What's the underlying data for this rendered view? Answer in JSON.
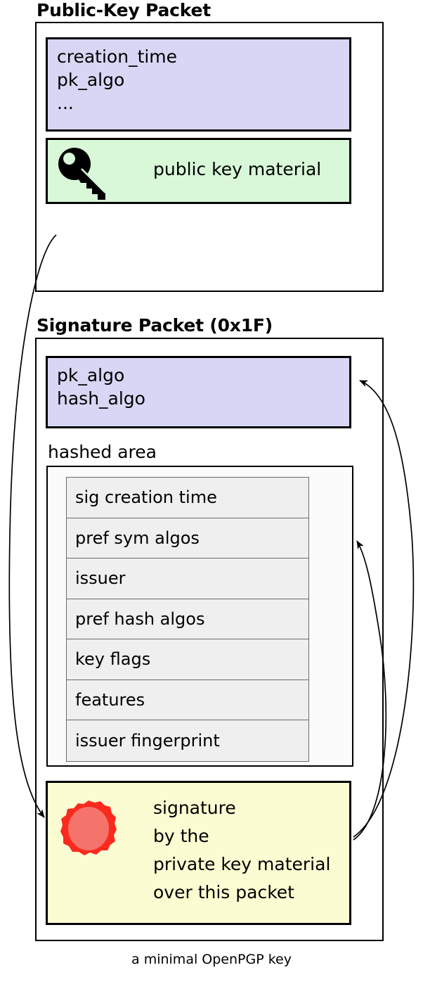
{
  "figure": {
    "caption": "a minimal OpenPGP key",
    "colors": {
      "fields_blue": "#d7d7f5",
      "key_material_green": "#d8f8d8",
      "signature_yellow": "#fcfcd2",
      "hashed_row_gray": "#efefef",
      "seal_red": "#fb2a1e",
      "seal_inner_red": "#f4736a",
      "outline_black": "#000000"
    }
  },
  "packets": [
    {
      "title": "Public-Key Packet",
      "fields_box": {
        "text": "creation_time\npk_algo\n...",
        "lines": [
          "creation_time",
          "pk_algo",
          "..."
        ]
      },
      "material_box": {
        "icon": "key-icon",
        "label": "public key material"
      }
    },
    {
      "title": "Signature Packet (0x1F)",
      "fields_box": {
        "text": "pk_algo\nhash_algo",
        "lines": [
          "pk_algo",
          "hash_algo"
        ]
      },
      "hashed_area": {
        "label": "hashed area",
        "subpackets": [
          "sig creation time",
          "pref sym algos",
          "issuer",
          "pref hash algos",
          "key flags",
          "features",
          "issuer fingerprint"
        ]
      },
      "signature_box": {
        "icon": "wax-seal-icon",
        "text": "signature\nby the\nprivate key material\nover this packet",
        "lines": [
          "signature",
          "by the",
          "private key material",
          "over this packet"
        ]
      }
    }
  ],
  "arrows": [
    {
      "name": "public-key-to-signature",
      "from": "public-key-packet",
      "to": "signature-blob"
    },
    {
      "name": "signature-covers-sig-fields",
      "from": "signature-blob",
      "to": "signature-packet-fields"
    },
    {
      "name": "signature-covers-hashed-area",
      "from": "signature-blob",
      "to": "hashed-area"
    }
  ]
}
